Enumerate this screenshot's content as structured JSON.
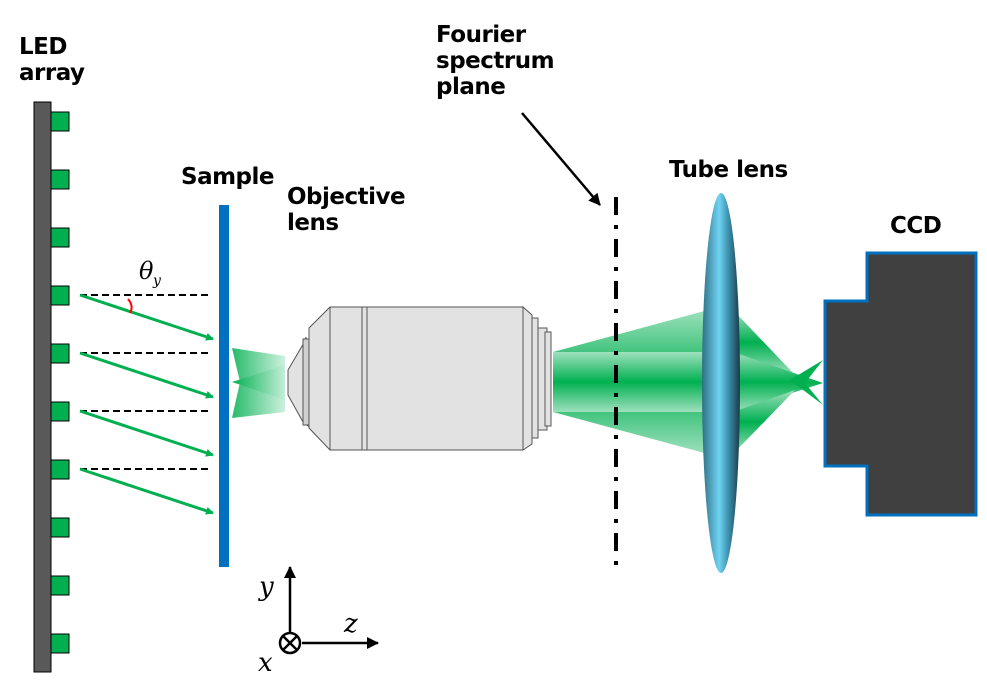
{
  "labels": {
    "led_array": "LED\narray",
    "sample": "Sample",
    "objective_lens": "Objective\nlens",
    "fourier_plane": "Fourier\nspectrum\nplane",
    "tube_lens": "Tube lens",
    "ccd": "CCD",
    "theta": "θ",
    "theta_sub": "y",
    "axis_y": "y",
    "axis_z": "z",
    "axis_x": "x"
  },
  "colors": {
    "led_bar": "#595959",
    "led": "#00b050",
    "beam": "#00b050",
    "sample": "#0070c0",
    "ccd_body": "#404040",
    "ccd_border": "#0070c0",
    "angle_arc": "#ff0000",
    "lens": "#4bacc6"
  },
  "led_count": 10,
  "illuminated_leds": 4
}
